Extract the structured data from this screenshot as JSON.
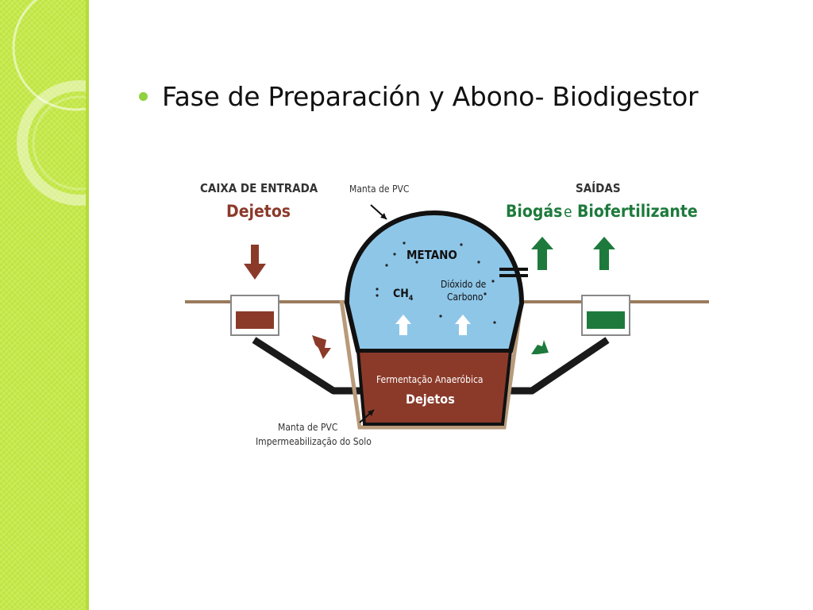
{
  "slide": {
    "title": "Fase de Preparación y Abono- Biodigestor"
  },
  "diagram": {
    "inlet_title": "CAIXA DE ENTRADA",
    "inlet_material": "Dejetos",
    "top_membrane": "Manta de PVC",
    "outputs_title": "SAÍDAS",
    "output_biogas": "Biogás",
    "output_connector": "e",
    "output_biofertilizer": "Biofertilizante",
    "gas_methane": "METANO",
    "gas_ch4_main": "CH",
    "gas_ch4_sub": "4",
    "gas_co2_line1": "Dióxido de",
    "gas_co2_line2": "Carbono",
    "fermentation_label": "Fermentação Anaeróbica",
    "fermentation_material": "Dejetos",
    "bottom_membrane_line1": "Manta de PVC",
    "bottom_membrane_line2": "Impermeabilização do Solo"
  },
  "colors": {
    "sidebar": "#c6ea4a",
    "bullet": "#8fd13e",
    "gas_dome": "#8ec6e8",
    "slurry": "#8b3a2a",
    "output_green": "#1e7a3c",
    "ground": "#9a7b5e"
  }
}
